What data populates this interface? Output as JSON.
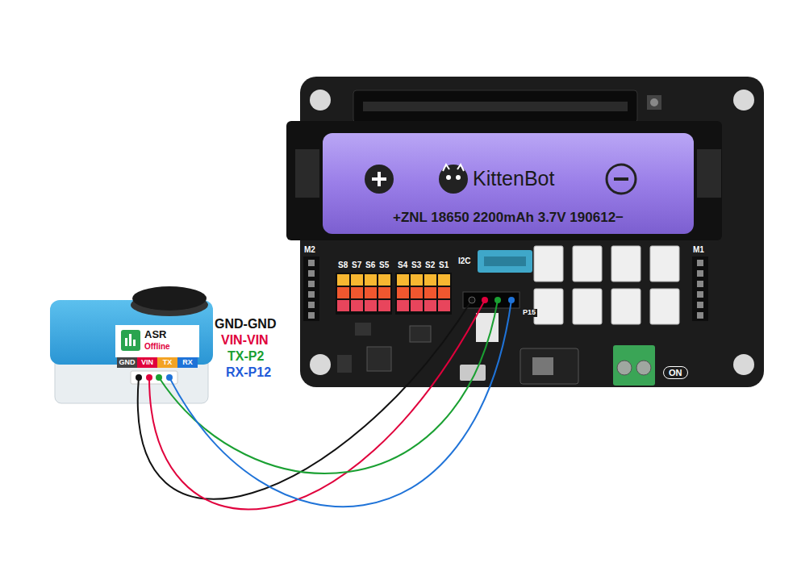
{
  "diagram": {
    "nodes": [
      {
        "text": [
          "ASR",
          "Offline"
        ]
      },
      {
        "text": [
          "GND"
        ],
        "in": 0
      },
      {
        "text": [
          "VIN"
        ],
        "in": 0
      },
      {
        "text": [
          "TX"
        ],
        "in": 0
      },
      {
        "text": [
          "RX"
        ],
        "in": 0
      },
      {
        "text": [
          "KittenBot",
          "+ZNL 18650 2200mAh 3.7V 190612−"
        ]
      }
    ],
    "labels": [
      "GND-GND",
      "VIN-VIN",
      "TX-P2",
      "RX-P12",
      "M2",
      "S8",
      "S7",
      "S6",
      "S5",
      "S4",
      "S3",
      "S2",
      "S1",
      "I2C",
      "P15",
      "M1",
      "ON"
    ]
  }
}
